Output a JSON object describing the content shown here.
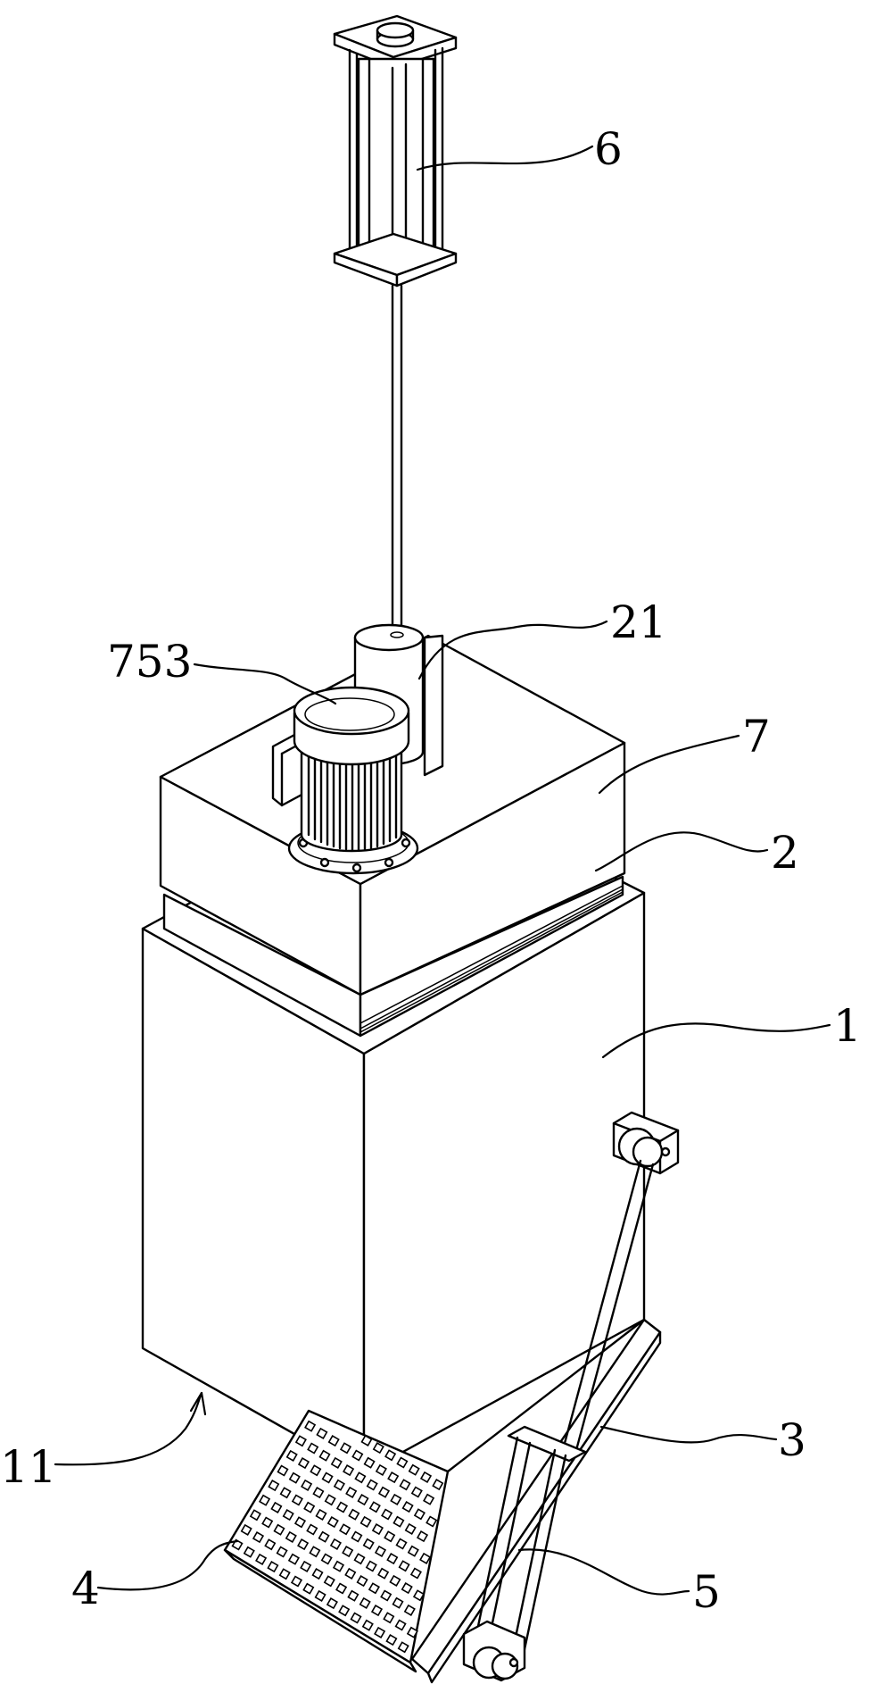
{
  "labels": {
    "l6": "6",
    "l21": "21",
    "l753": "753",
    "l7": "7",
    "l2": "2",
    "l1": "1",
    "l3": "3",
    "l11": "11",
    "l4": "4",
    "l5": "5"
  }
}
